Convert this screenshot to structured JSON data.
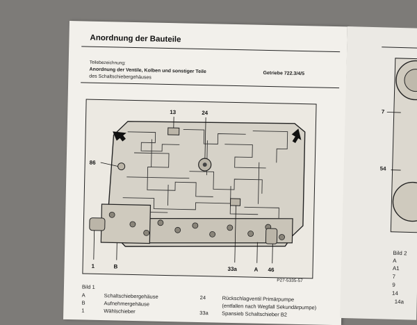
{
  "header": {
    "title": "Anordnung der Bauteile"
  },
  "designation": {
    "label": "Teilebezeichnung:",
    "line1": "Anordnung der Ventile, Kolben und sonstiger Teile",
    "line2": "des Schaltschiebergehäuses",
    "gearbox": "Getriebe 722.3/4/5"
  },
  "figure": {
    "code": "P27-5335-57",
    "callouts": [
      "13",
      "24",
      "86",
      "1",
      "B",
      "33a",
      "A",
      "46"
    ]
  },
  "legend": {
    "caption": "Bild 1",
    "left": [
      {
        "key": "A",
        "text": "Schaltschiebergehäuse"
      },
      {
        "key": "B",
        "text": "Aufnehmergehäuse"
      },
      {
        "key": "1",
        "text": "Wählschieber"
      }
    ],
    "right": [
      {
        "key": "24",
        "text": "Rückschlagventil Primärpumpe"
      },
      {
        "key": "",
        "text": "(entfallen nach Wegfall Sekundärpumpe)"
      },
      {
        "key": "33a",
        "text": "Spansieb Schaltschieber B2"
      }
    ]
  },
  "right_page": {
    "callouts": [
      "7",
      "54"
    ],
    "caption": "Bild 2",
    "keys": [
      "A",
      "A1",
      "7",
      "9",
      "14",
      "14a"
    ]
  }
}
